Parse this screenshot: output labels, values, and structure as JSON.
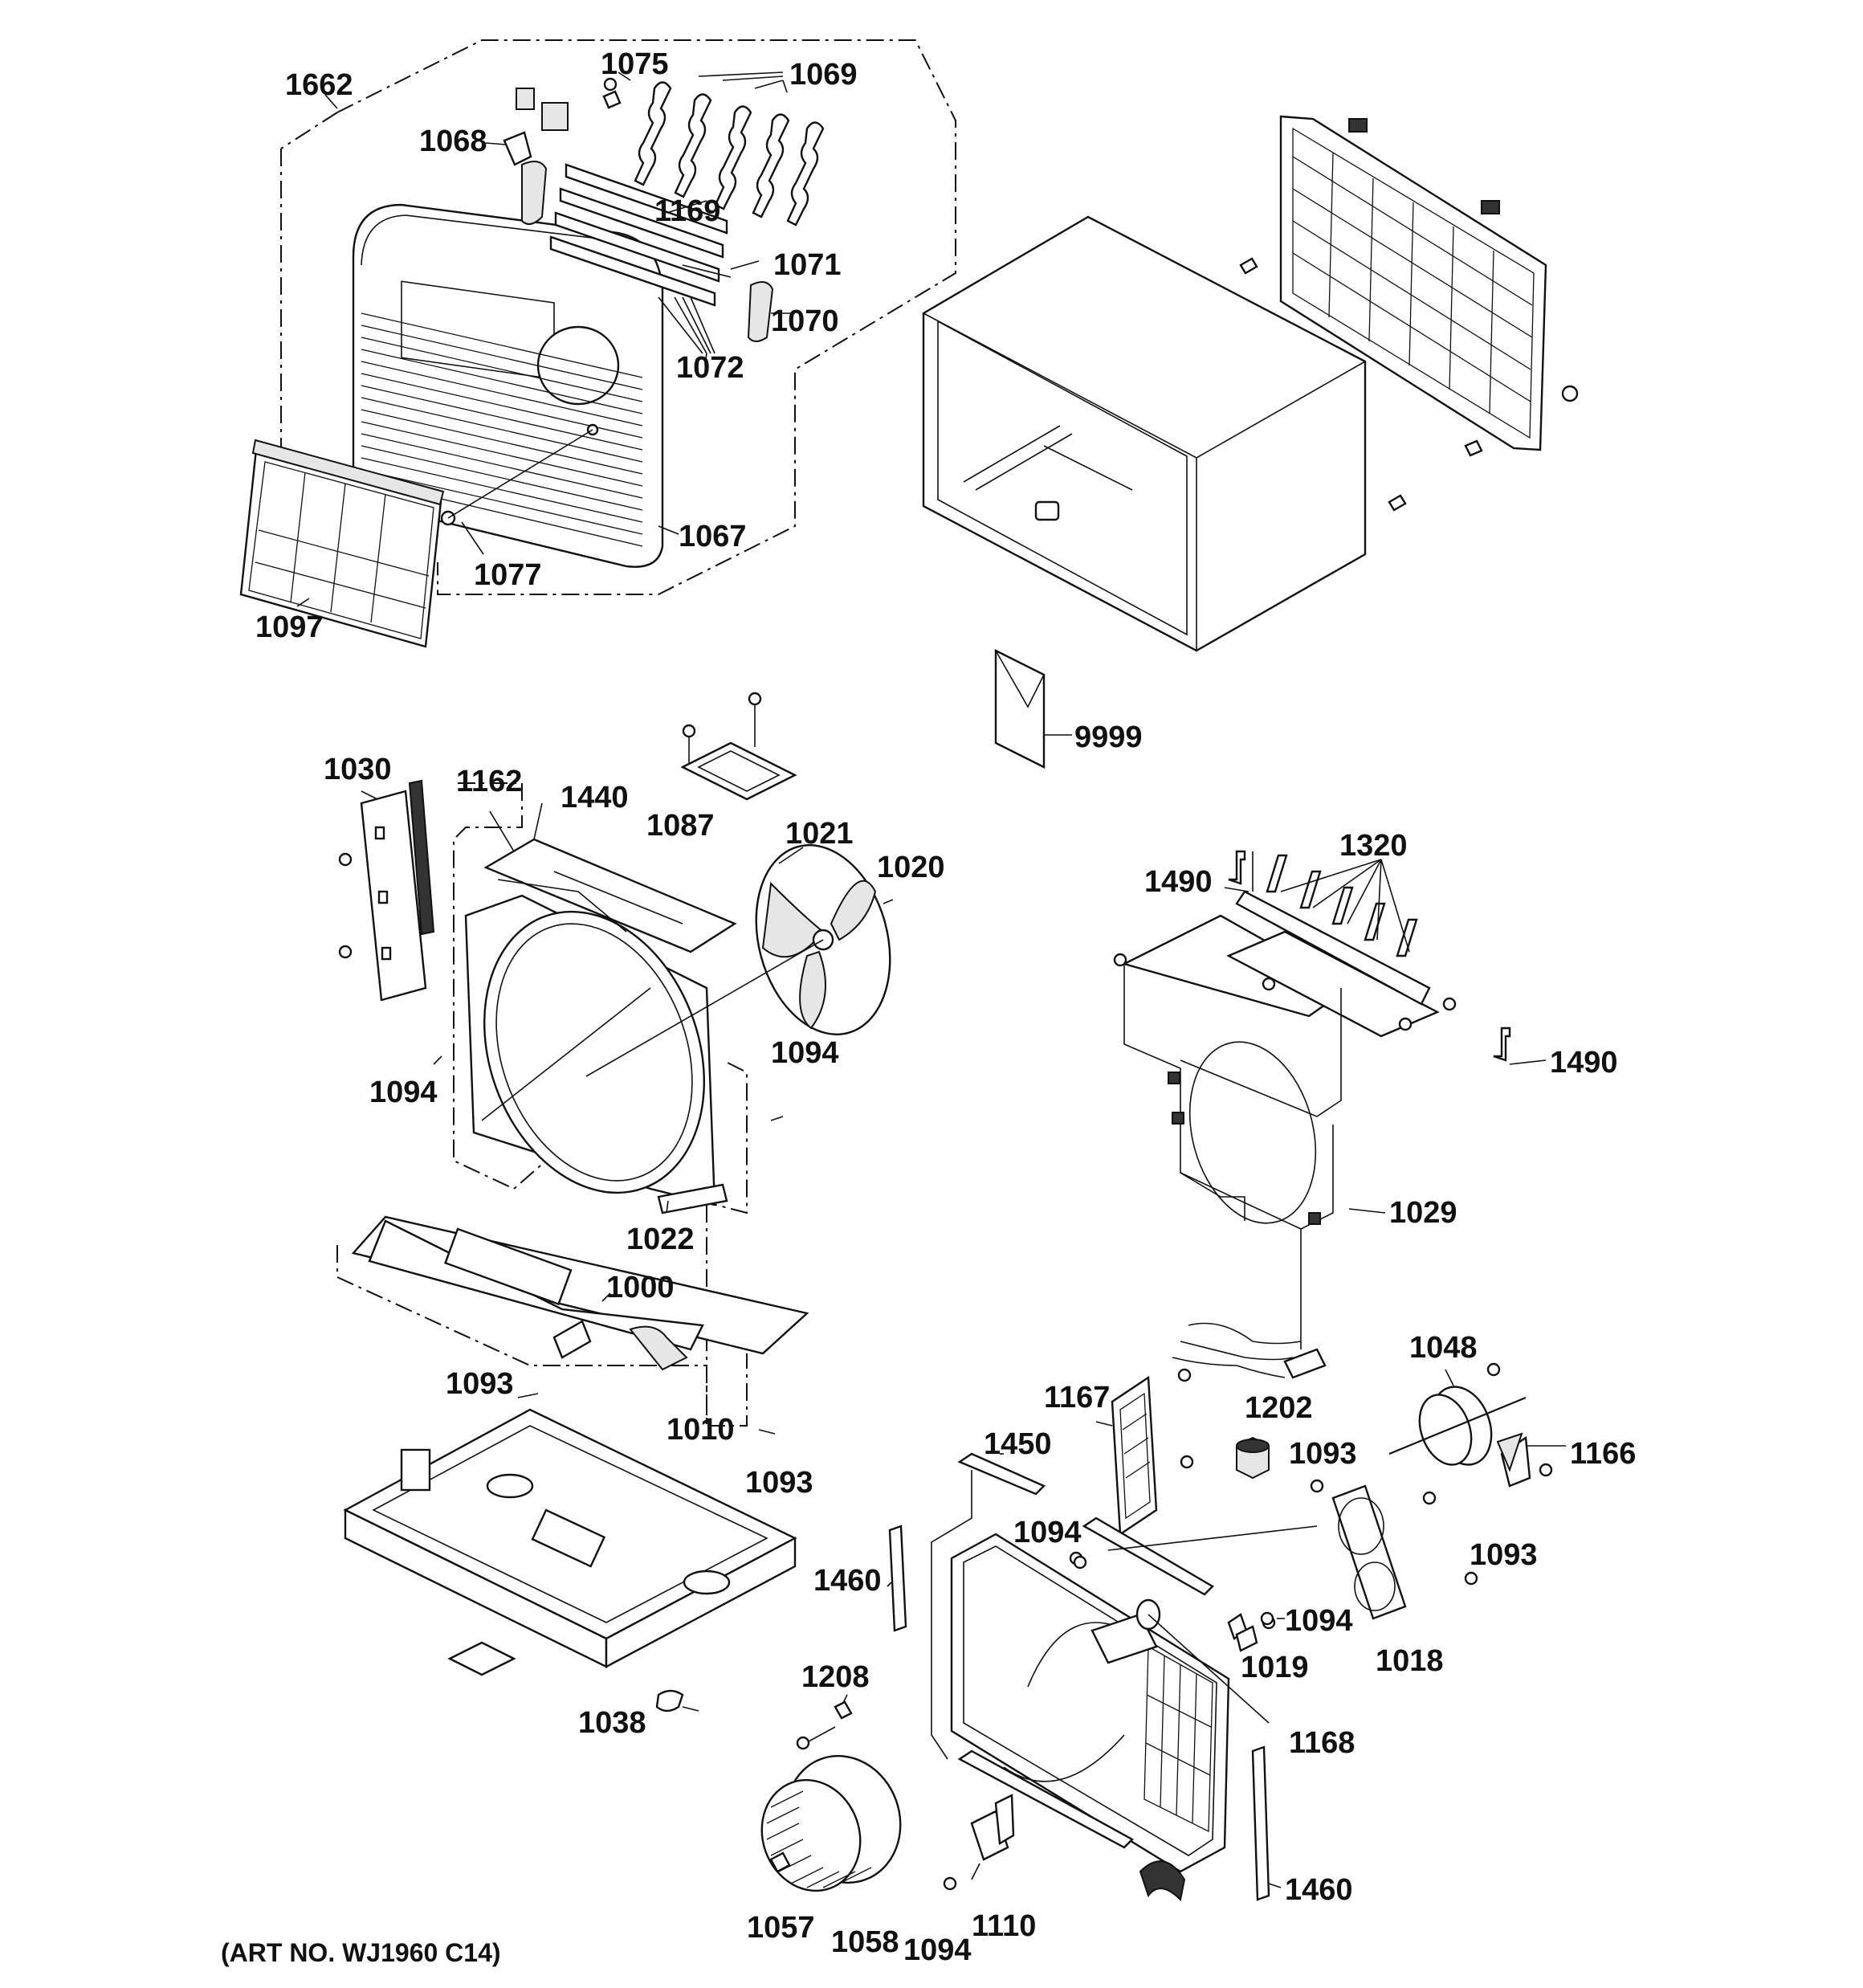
{
  "labels": {
    "l1662": "1662",
    "l1075": "1075",
    "l1069": "1069",
    "l1068": "1068",
    "l1169": "1169",
    "l1071": "1071",
    "l1070": "1070",
    "l1072": "1072",
    "l1067": "1067",
    "l1077": "1077",
    "l1097": "1097",
    "l9999": "9999",
    "l1030": "1030",
    "l1162": "1162",
    "l1440": "1440",
    "l1087": "1087",
    "l1021": "1021",
    "l1020": "1020",
    "l1094a": "1094",
    "l1094b": "1094",
    "l1022": "1022",
    "l1000": "1000",
    "l1093a": "1093",
    "l1010": "1010",
    "l1093b": "1093",
    "l1038": "1038",
    "l1490a": "1490",
    "l1320": "1320",
    "l1490b": "1490",
    "l1029": "1029",
    "l1048": "1048",
    "l1167": "1167",
    "l1202": "1202",
    "l1093c": "1093",
    "l1166": "1166",
    "l1450": "1450",
    "l1094c": "1094",
    "l1093d": "1093",
    "l1460a": "1460",
    "l1094d": "1094",
    "l1019": "1019",
    "l1018": "1018",
    "l1208": "1208",
    "l1168": "1168",
    "l1460b": "1460",
    "l1057": "1057",
    "l1058": "1058",
    "l1094e": "1094",
    "l1110": "1110"
  },
  "art_number": "(ART NO. WJ1960 C14)"
}
